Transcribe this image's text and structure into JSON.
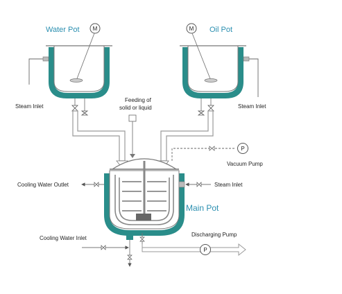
{
  "colors": {
    "jacket": "#2a8d8a",
    "title_text": "#2b8fb0",
    "line": "#9a9a9a",
    "label_text": "#222222"
  },
  "water_pot": {
    "title": "Water Pot",
    "motor": "M",
    "steam_inlet": "Steam Inlet"
  },
  "oil_pot": {
    "title": "Oil Pot",
    "motor": "M",
    "steam_inlet": "Steam Inlet"
  },
  "feeding": {
    "line1": "Feeding of",
    "line2": "solid or liquid"
  },
  "vacuum": {
    "label": "Vacuum Pump",
    "symbol": "P"
  },
  "main_pot": {
    "title": "Main Pot",
    "cooling_water_outlet": "Cooling Water Outlet",
    "steam_inlet": "Steam Inlet",
    "cooling_water_inlet": "Cooling Water Inlet"
  },
  "discharging": {
    "label": "Discharging Pump",
    "symbol": "P"
  }
}
